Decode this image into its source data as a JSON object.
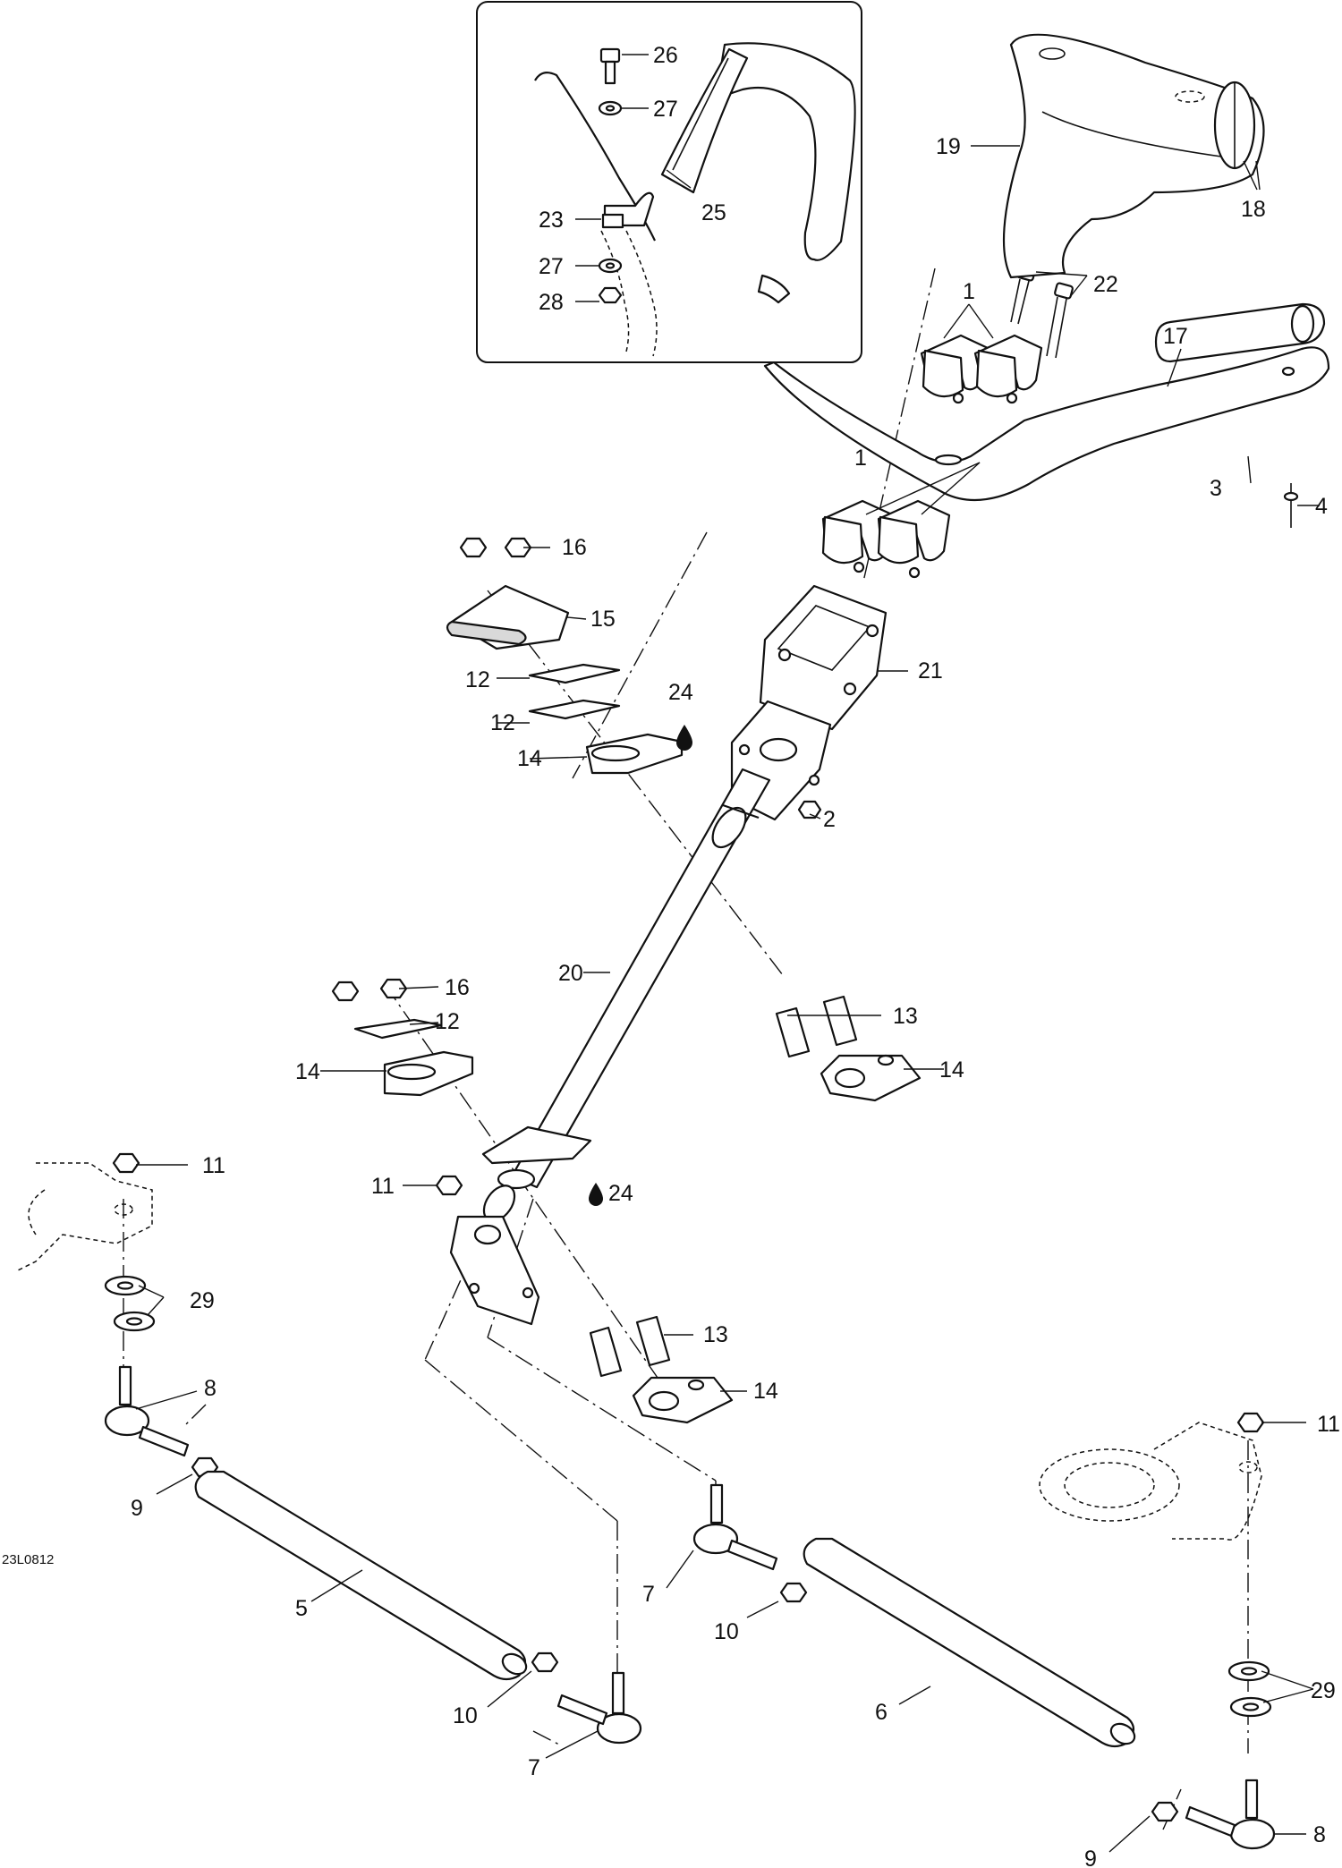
{
  "diagram": {
    "drawing_code": "23L0812",
    "callouts": [
      {
        "id": "c26a",
        "label": "26"
      },
      {
        "id": "c27a",
        "label": "27"
      },
      {
        "id": "c23",
        "label": "23"
      },
      {
        "id": "c27b",
        "label": "27"
      },
      {
        "id": "c28",
        "label": "28"
      },
      {
        "id": "c25",
        "label": "25"
      },
      {
        "id": "c19",
        "label": "19"
      },
      {
        "id": "c18",
        "label": "18"
      },
      {
        "id": "c1a",
        "label": "1"
      },
      {
        "id": "c22",
        "label": "22"
      },
      {
        "id": "c17",
        "label": "17"
      },
      {
        "id": "c1b",
        "label": "1"
      },
      {
        "id": "c3",
        "label": "3"
      },
      {
        "id": "c4",
        "label": "4"
      },
      {
        "id": "c16a",
        "label": "16"
      },
      {
        "id": "c15",
        "label": "15"
      },
      {
        "id": "c12a",
        "label": "12"
      },
      {
        "id": "c24a",
        "label": "24"
      },
      {
        "id": "c21",
        "label": "21"
      },
      {
        "id": "c12b",
        "label": "12"
      },
      {
        "id": "c14a",
        "label": "14"
      },
      {
        "id": "c2",
        "label": "2"
      },
      {
        "id": "c20",
        "label": "20"
      },
      {
        "id": "c16b",
        "label": "16"
      },
      {
        "id": "c12c",
        "label": "12"
      },
      {
        "id": "c13a",
        "label": "13"
      },
      {
        "id": "c14b",
        "label": "14"
      },
      {
        "id": "c14c",
        "label": "14"
      },
      {
        "id": "c11a",
        "label": "11"
      },
      {
        "id": "c11b",
        "label": "11"
      },
      {
        "id": "c24b",
        "label": "24"
      },
      {
        "id": "c29a",
        "label": "29"
      },
      {
        "id": "c13b",
        "label": "13"
      },
      {
        "id": "c14d",
        "label": "14"
      },
      {
        "id": "c8a",
        "label": "8"
      },
      {
        "id": "c9a",
        "label": "9"
      },
      {
        "id": "c7a",
        "label": "7"
      },
      {
        "id": "c10a",
        "label": "10"
      },
      {
        "id": "c11c",
        "label": "11"
      },
      {
        "id": "c5",
        "label": "5"
      },
      {
        "id": "c10b",
        "label": "10"
      },
      {
        "id": "c7b",
        "label": "7"
      },
      {
        "id": "c6",
        "label": "6"
      },
      {
        "id": "c29b",
        "label": "29"
      },
      {
        "id": "c9b",
        "label": "9"
      },
      {
        "id": "c8b",
        "label": "8"
      }
    ]
  }
}
